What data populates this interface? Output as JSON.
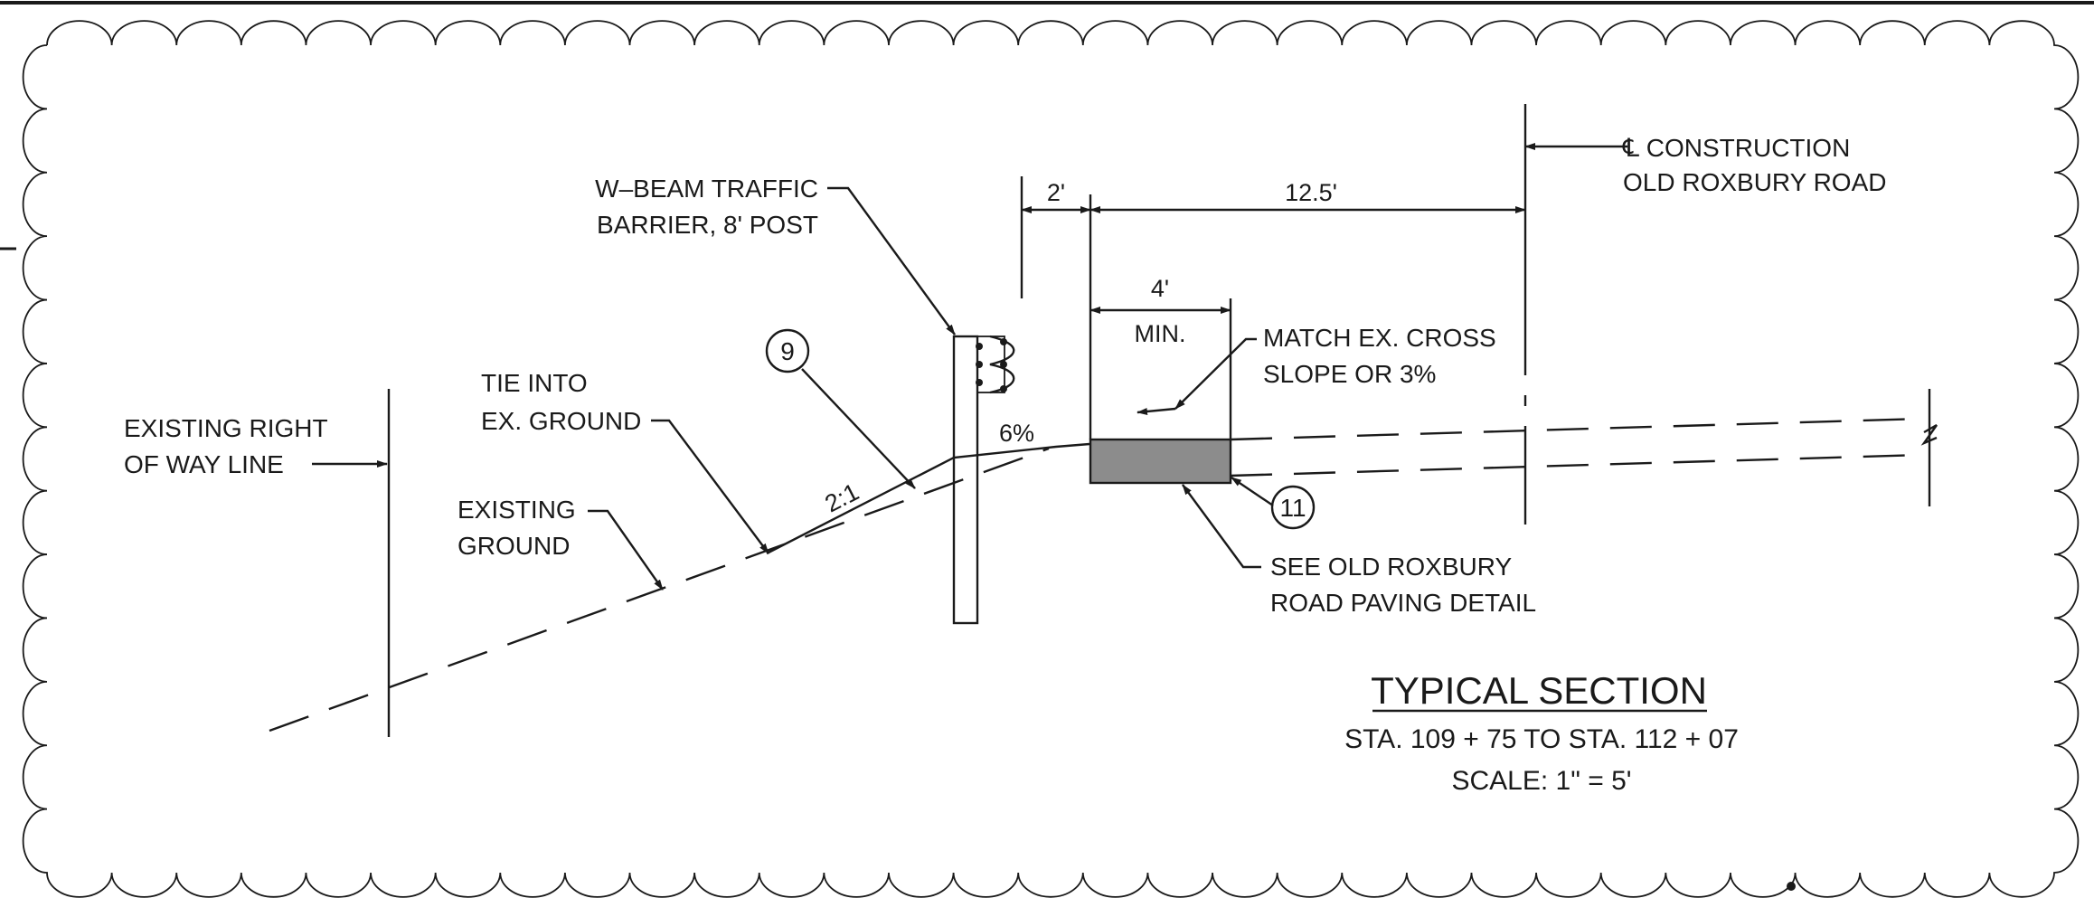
{
  "section": {
    "title": "TYPICAL SECTION",
    "stations": "STA. 109 + 75  TO  STA. 112 + 07",
    "scale": "SCALE: 1\" = 5'"
  },
  "labels": {
    "construction_line_1": "℄  CONSTRUCTION",
    "construction_line_2": "OLD  ROXBURY  ROAD",
    "barrier_1": "W–BEAM  TRAFFIC",
    "barrier_2": "BARRIER, 8'  POST",
    "right_of_way_1": "EXISTING  RIGHT",
    "right_of_way_2": "OF WAY LINE",
    "tie_into_1": "TIE  INTO",
    "tie_into_2": "EX. GROUND",
    "existing_ground_1": "EXISTING",
    "existing_ground_2": "GROUND",
    "match_cross_1": "MATCH  EX. CROSS",
    "match_cross_2": "SLOPE  OR  3%",
    "paving_detail_1": "SEE  OLD  ROXBURY",
    "paving_detail_2": "ROAD  PAVING  DETAIL"
  },
  "dimensions": {
    "shoulder_offset": "2'",
    "lane_width": "12.5'",
    "min_width_value": "4'",
    "min_width_note": "MIN.",
    "shoulder_slope": "6%",
    "side_slope": "2:1"
  },
  "callouts": {
    "callout_9": "9",
    "callout_11": "11"
  },
  "colors": {
    "ink": "#1a1a1a",
    "pavement_fill": "#8c8c8c",
    "background": "#ffffff"
  }
}
